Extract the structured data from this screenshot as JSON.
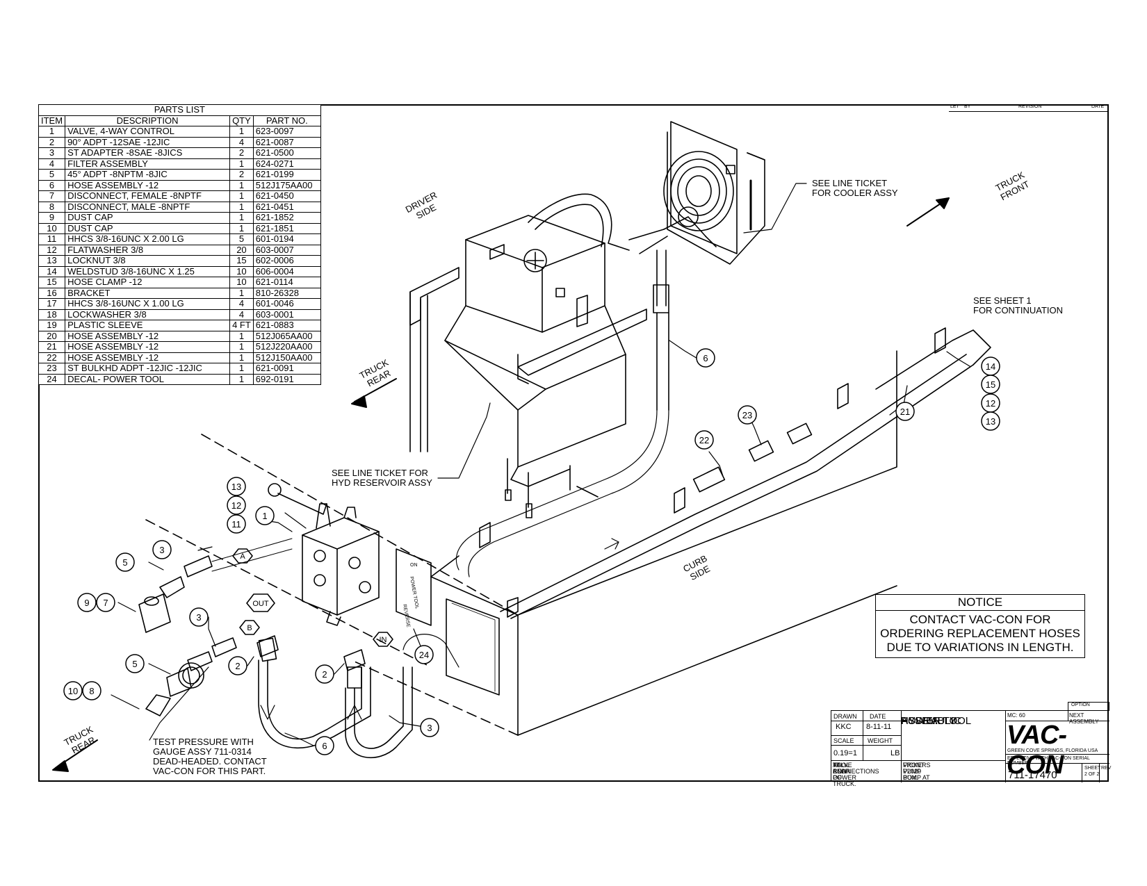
{
  "parts_list": {
    "title": "PARTS LIST",
    "headers": {
      "item": "ITEM",
      "description": "DESCRIPTION",
      "qty": "QTY",
      "part_no": "PART NO."
    },
    "rows": [
      {
        "item": "1",
        "description": "VALVE, 4-WAY CONTROL",
        "qty": "1",
        "part_no": "623-0097"
      },
      {
        "item": "2",
        "description": "90° ADPT -12SAE -12JIC",
        "qty": "4",
        "part_no": "621-0087"
      },
      {
        "item": "3",
        "description": "ST ADAPTER -8SAE -8JICS",
        "qty": "2",
        "part_no": "621-0500"
      },
      {
        "item": "4",
        "description": "FILTER ASSEMBLY",
        "qty": "1",
        "part_no": "624-0271"
      },
      {
        "item": "5",
        "description": "45° ADPT -8NPTM -8JIC",
        "qty": "2",
        "part_no": "621-0199"
      },
      {
        "item": "6",
        "description": "HOSE ASSEMBLY -12",
        "qty": "1",
        "part_no": "512J175AA00"
      },
      {
        "item": "7",
        "description": "DISCONNECT, FEMALE -8NPTF",
        "qty": "1",
        "part_no": "621-0450"
      },
      {
        "item": "8",
        "description": "DISCONNECT, MALE -8NPTF",
        "qty": "1",
        "part_no": "621-0451"
      },
      {
        "item": "9",
        "description": "DUST CAP",
        "qty": "1",
        "part_no": "621-1852"
      },
      {
        "item": "10",
        "description": "DUST CAP",
        "qty": "1",
        "part_no": "621-1851"
      },
      {
        "item": "11",
        "description": "HHCS 3/8-16UNC X 2.00 LG",
        "qty": "5",
        "part_no": "601-0194"
      },
      {
        "item": "12",
        "description": "FLATWASHER 3/8",
        "qty": "20",
        "part_no": "603-0007"
      },
      {
        "item": "13",
        "description": "LOCKNUT 3/8",
        "qty": "15",
        "part_no": "602-0006"
      },
      {
        "item": "14",
        "description": "WELDSTUD 3/8-16UNC X 1.25",
        "qty": "10",
        "part_no": "606-0004"
      },
      {
        "item": "15",
        "description": "HOSE CLAMP  -12",
        "qty": "10",
        "part_no": "621-0114"
      },
      {
        "item": "16",
        "description": "BRACKET",
        "qty": "1",
        "part_no": "810-26328"
      },
      {
        "item": "17",
        "description": "HHCS 3/8-16UNC X 1.00 LG",
        "qty": "4",
        "part_no": "601-0046"
      },
      {
        "item": "18",
        "description": "LOCKWASHER 3/8",
        "qty": "4",
        "part_no": "603-0001"
      },
      {
        "item": "19",
        "description": "PLASTIC SLEEVE",
        "qty": "4 FT",
        "part_no": "621-0883"
      },
      {
        "item": "20",
        "description": "HOSE ASSEMBLY -12",
        "qty": "1",
        "part_no": "512J065AA00"
      },
      {
        "item": "21",
        "description": "HOSE ASSEMBLY -12",
        "qty": "1",
        "part_no": "512J220AA00"
      },
      {
        "item": "22",
        "description": "HOSE ASSEMBLY -12",
        "qty": "1",
        "part_no": "512J150AA00"
      },
      {
        "item": "23",
        "description": "ST BULKHD ADPT -12JIC -12JIC",
        "qty": "1",
        "part_no": "621-0091"
      },
      {
        "item": "24",
        "description": "DECAL- POWER TOOL",
        "qty": "1",
        "part_no": "692-0191"
      }
    ]
  },
  "revision_block": {
    "let": "LET",
    "by": "BY",
    "revision": "REVISION",
    "date": "DATE"
  },
  "notes": {
    "driver_side": [
      "DRIVER",
      "SIDE"
    ],
    "curb_side": [
      "CURB",
      "SIDE"
    ],
    "truck_front": [
      "TRUCK",
      "FRONT"
    ],
    "truck_rear_a": [
      "TRUCK",
      "REAR"
    ],
    "truck_rear_b": [
      "TRUCK",
      "REAR"
    ],
    "cooler": [
      "SEE LINE TICKET",
      "FOR COOLER ASSY"
    ],
    "reservoir": [
      "SEE LINE TICKET FOR",
      "HYD RESERVOIR ASSY"
    ],
    "continuation": [
      "SEE SHEET 1",
      "FOR CONTINUATION"
    ],
    "test_pressure": [
      "TEST PRESSURE WITH",
      "GAUGE ASSY 711-0314",
      "DEAD-HEADED. CONTACT",
      "VAC-CON FOR THIS PART."
    ]
  },
  "port_labels": {
    "a": "A",
    "b": "B",
    "in": "IN",
    "out": "OUT"
  },
  "decal_text": {
    "on": "ON",
    "power_tool": "POWER TOOL",
    "reverse": "REVERSE"
  },
  "balloons": [
    {
      "label": "6"
    },
    {
      "label": "14"
    },
    {
      "label": "15"
    },
    {
      "label": "12"
    },
    {
      "label": "13"
    },
    {
      "label": "21"
    },
    {
      "label": "23"
    },
    {
      "label": "22"
    },
    {
      "label": "13"
    },
    {
      "label": "12"
    },
    {
      "label": "11"
    },
    {
      "label": "1"
    },
    {
      "label": "3"
    },
    {
      "label": "5"
    },
    {
      "label": "9"
    },
    {
      "label": "7"
    },
    {
      "label": "3"
    },
    {
      "label": "5"
    },
    {
      "label": "10"
    },
    {
      "label": "8"
    },
    {
      "label": "2"
    },
    {
      "label": "2"
    },
    {
      "label": "24"
    },
    {
      "label": "6"
    },
    {
      "label": "3"
    }
  ],
  "notice": {
    "title": "NOTICE",
    "lines": [
      "CONTACT VAC-CON FOR",
      "ORDERING REPLACEMENT HOSES",
      "DUE TO VARIATIONS IN LENGTH."
    ]
  },
  "title_block": {
    "drawn_label": "DRAWN",
    "drawn": "KKC",
    "date_label": "DATE",
    "date": "8-11-11",
    "scale_label": "SCALE",
    "scale": "0.19=1",
    "weight_label": "WEIGHT",
    "weight": "LB",
    "title": [
      "POWER TOOL",
      "HYDRAULIC",
      "ASSEMBLY"
    ],
    "note_left": [
      "VALVE AND POWER",
      "TOOL CONNECTIONS",
      "AT REAR OF TRUCK."
    ],
    "note_right": [
      "VICKERS V2020 PUMP AT",
      "FRONT PUMP BOX."
    ],
    "option_label": "OPTION",
    "mc": "MC: 60",
    "next_assembly": "NEXT ASSEMBLY",
    "company": "VAC-CON",
    "location": "GREEN COVE SPRINGS, FLORIDA USA",
    "effective": "EFFECTIVE WITH VAC-CON SERIAL NUMBER",
    "drawing_no": "711-17470",
    "sheet_label": "SHEET",
    "sheet": "2 OF 2",
    "rev_label": "REV"
  }
}
